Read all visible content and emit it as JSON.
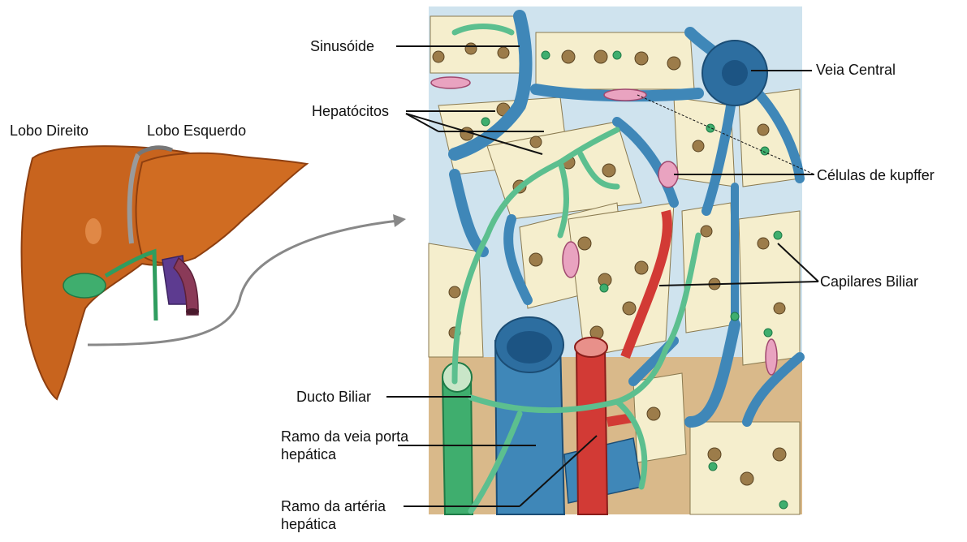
{
  "liver": {
    "right_lobe_label": "Lobo Direito",
    "left_lobe_label": "Lobo Esquerdo"
  },
  "labels": {
    "sinusoid": "Sinusóide",
    "hepatocytes": "Hepatócitos",
    "central_vein": "Veia Central",
    "kupffer_cells": "Células de kupffer",
    "bile_capillaries": "Capilares Biliar",
    "bile_duct": "Ducto Biliar",
    "portal_vein_branch": "Ramo da veia porta hepática",
    "hepatic_artery_branch": "Ramo da artéria hepática"
  },
  "colors": {
    "liver": "#c8641e",
    "vessel_blue": "#3f87b8",
    "artery_red": "#d23a35",
    "bile_green": "#5cbf8f",
    "hepatocyte": "#f5eecd",
    "kupffer_pink": "#e9a3c0"
  }
}
